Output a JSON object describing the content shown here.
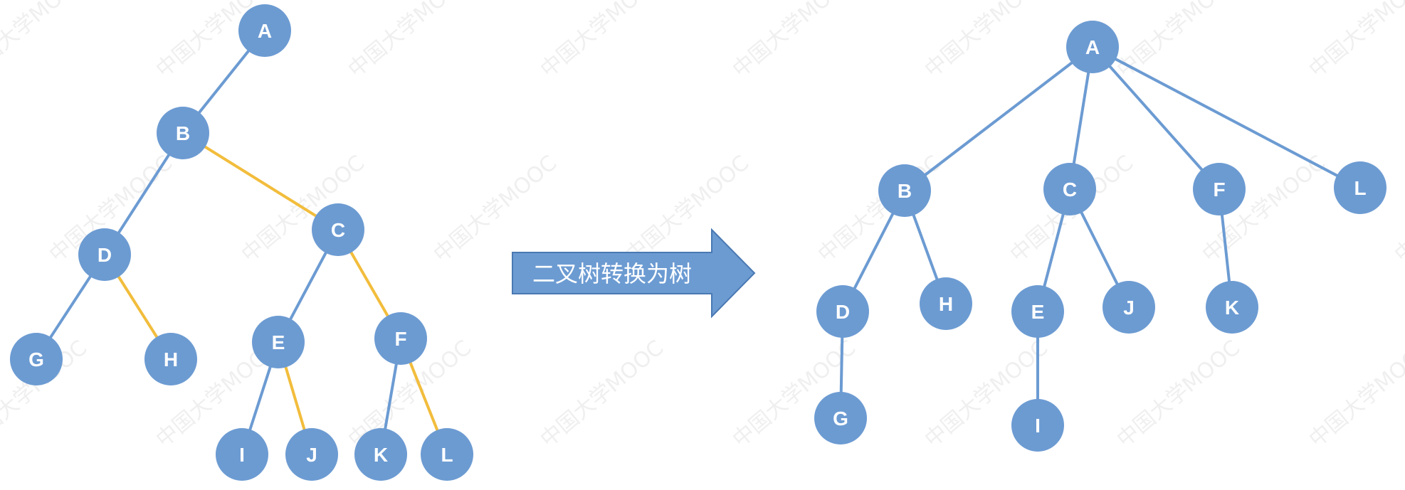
{
  "watermark": {
    "text": "中国大学MOOC"
  },
  "arrow": {
    "label": "二叉树转换为树"
  },
  "colors": {
    "node_fill": "#6c9bd2",
    "node_text": "#ffffff",
    "edge_blue": "#6c9bd2",
    "edge_yellow": "#f2bd3c",
    "arrow_fill": "#6c9bd2"
  },
  "binary_tree": {
    "nodes": [
      {
        "id": "A",
        "label": "A"
      },
      {
        "id": "B",
        "label": "B"
      },
      {
        "id": "C",
        "label": "C"
      },
      {
        "id": "D",
        "label": "D"
      },
      {
        "id": "E",
        "label": "E"
      },
      {
        "id": "F",
        "label": "F"
      },
      {
        "id": "G",
        "label": "G"
      },
      {
        "id": "H",
        "label": "H"
      },
      {
        "id": "I",
        "label": "I"
      },
      {
        "id": "J",
        "label": "J"
      },
      {
        "id": "K",
        "label": "K"
      },
      {
        "id": "L",
        "label": "L"
      }
    ],
    "edges": [
      {
        "from": "A",
        "to": "B",
        "color": "blue"
      },
      {
        "from": "B",
        "to": "D",
        "color": "blue"
      },
      {
        "from": "B",
        "to": "C",
        "color": "yellow"
      },
      {
        "from": "D",
        "to": "G",
        "color": "blue"
      },
      {
        "from": "D",
        "to": "H",
        "color": "yellow"
      },
      {
        "from": "C",
        "to": "E",
        "color": "blue"
      },
      {
        "from": "C",
        "to": "F",
        "color": "yellow"
      },
      {
        "from": "E",
        "to": "I",
        "color": "blue"
      },
      {
        "from": "E",
        "to": "J",
        "color": "yellow"
      },
      {
        "from": "F",
        "to": "K",
        "color": "blue"
      },
      {
        "from": "F",
        "to": "L",
        "color": "yellow"
      }
    ]
  },
  "general_tree": {
    "nodes": [
      {
        "id": "A",
        "label": "A"
      },
      {
        "id": "B",
        "label": "B"
      },
      {
        "id": "C",
        "label": "C"
      },
      {
        "id": "F",
        "label": "F"
      },
      {
        "id": "L",
        "label": "L"
      },
      {
        "id": "D",
        "label": "D"
      },
      {
        "id": "H",
        "label": "H"
      },
      {
        "id": "E",
        "label": "E"
      },
      {
        "id": "J",
        "label": "J"
      },
      {
        "id": "K",
        "label": "K"
      },
      {
        "id": "G",
        "label": "G"
      },
      {
        "id": "I",
        "label": "I"
      }
    ],
    "edges": [
      {
        "from": "A",
        "to": "B",
        "color": "blue"
      },
      {
        "from": "A",
        "to": "C",
        "color": "blue"
      },
      {
        "from": "A",
        "to": "F",
        "color": "blue"
      },
      {
        "from": "A",
        "to": "L",
        "color": "blue"
      },
      {
        "from": "B",
        "to": "D",
        "color": "blue"
      },
      {
        "from": "B",
        "to": "H",
        "color": "blue"
      },
      {
        "from": "C",
        "to": "E",
        "color": "blue"
      },
      {
        "from": "C",
        "to": "J",
        "color": "blue"
      },
      {
        "from": "F",
        "to": "K",
        "color": "blue"
      },
      {
        "from": "D",
        "to": "G",
        "color": "blue"
      },
      {
        "from": "E",
        "to": "I",
        "color": "blue"
      }
    ]
  }
}
